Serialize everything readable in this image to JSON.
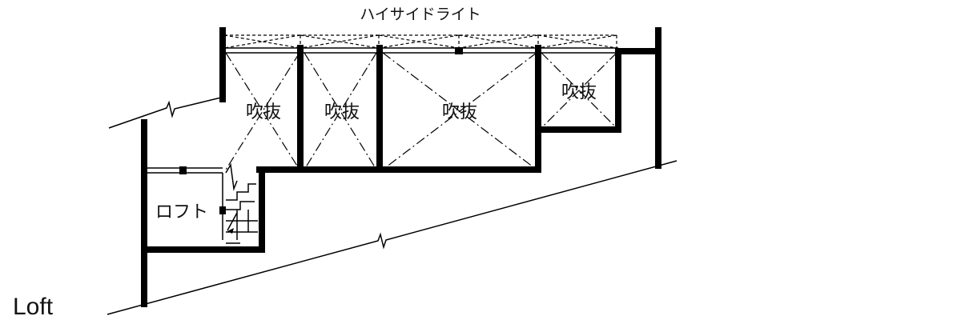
{
  "floor_title": "Loft",
  "labels": {
    "high_side_light": "ハイサイドライト",
    "loft": "ロフト",
    "void_1": "吹抜",
    "void_2": "吹抜",
    "void_3": "吹抜",
    "void_4": "吹抜"
  },
  "colors": {
    "line": "#000000",
    "background": "#ffffff"
  }
}
